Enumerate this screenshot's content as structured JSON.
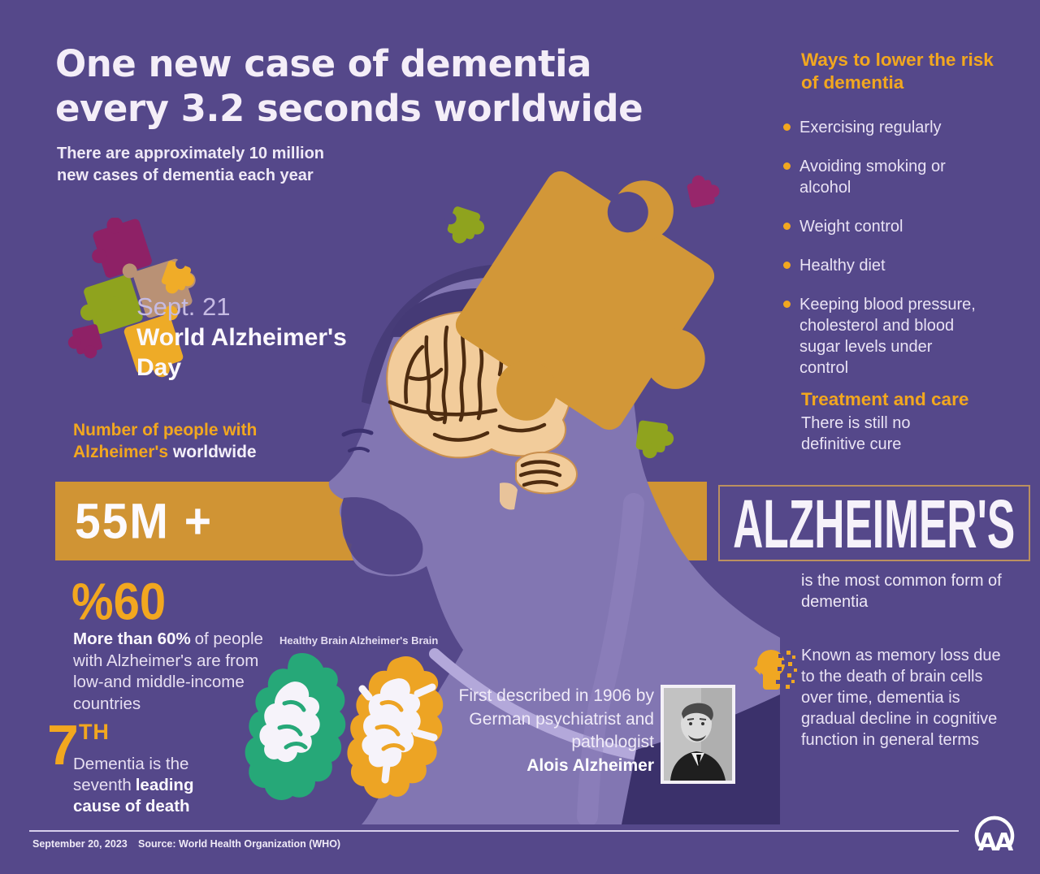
{
  "header": {
    "title": "One new case of dementia every 3.2 seconds worldwide",
    "subtitle": "There are approximately 10 million new cases of dementia each year"
  },
  "awareness": {
    "date": "Sept. 21",
    "event": "World Alzheimer's Day"
  },
  "count": {
    "orange": "Number of people with Alzheimer's",
    "white": "worldwide",
    "value": "55M +"
  },
  "risk": {
    "heading": "Ways to lower the risk of dementia",
    "items": [
      "Exercising regularly",
      "Avoiding smoking or alcohol",
      "Weight control",
      "Healthy diet",
      "Keeping blood pressure, cholesterol and blood sugar levels under control"
    ]
  },
  "treatment": {
    "heading": "Treatment and care",
    "body": "There is still no definitive cure"
  },
  "alzheimers": {
    "title": "ALZHEIMER'S",
    "subtitle": "is the most common form of dementia",
    "description": "Known as memory loss due to the death of brain cells over time, dementia is gradual decline in cognitive function in general terms"
  },
  "stats": {
    "sixty": {
      "value": "%60",
      "bold": "More than 60%",
      "rest": "of people with Alzheimer's are from low-and middle-income countries"
    },
    "seventh": {
      "number": "7",
      "ordinal": "TH",
      "pre": "Dementia is the seventh",
      "bold": "leading cause of death"
    }
  },
  "brains": {
    "healthy": "Healthy Brain",
    "alzheimers": "Alzheimer's Brain"
  },
  "history": {
    "pre": "First described in 1906 by German psychiatrist and pathologist",
    "name": "Alois Alzheimer"
  },
  "footer": {
    "date": "September 20, 2023",
    "source": "Source: World Health Organization (WHO)",
    "logo": "AA"
  },
  "colors": {
    "background": "#55488a",
    "gold_accent": "#f2a71f",
    "banner_gold": "#d09434",
    "puzzle_magenta": "#8e2166",
    "puzzle_olive": "#8fa31e",
    "puzzle_tan": "#b99175",
    "healthy_brain_green": "#26a878",
    "alzheimers_brain_orange": "#eda424"
  }
}
